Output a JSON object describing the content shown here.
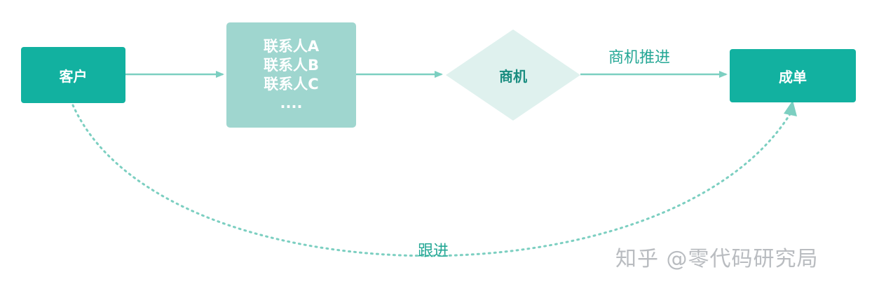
{
  "nodes": {
    "customer": "客户",
    "contacts": [
      "联系人A",
      "联系人B",
      "联系人C",
      "...."
    ],
    "opportunity": "商机",
    "deal": "成单"
  },
  "edge_labels": {
    "advance": "商机推进",
    "follow_up": "跟进"
  },
  "watermark": "知乎 @零代码研究局",
  "colors": {
    "primary": "#12b1a0",
    "light": "#9fd6cf",
    "diamond": "#dff1ee",
    "arrow": "#7ccfc1",
    "label": "#24a795",
    "watermark": "#b9bcc0"
  }
}
